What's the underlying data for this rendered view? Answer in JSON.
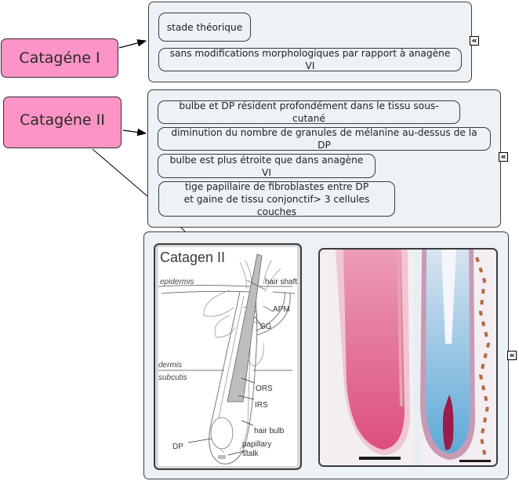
{
  "topics": [
    {
      "label": "Catagéne I"
    },
    {
      "label": "Catagéne II"
    }
  ],
  "group1": {
    "items": [
      "stade théorique",
      "sans modifications morphologiques par rapport à anagène VI"
    ]
  },
  "group2": {
    "items": [
      "bulbe et DP résident profondément dans le tissu sous-cutané",
      "diminution du nombre de granules de mélanine au-dessus de la DP",
      "bulbe est plus étroite que dans anagène VI",
      "tige papillaire de fibroblastes entre DP\net gaine de tissu conjonctif> 3 cellules couches"
    ]
  },
  "diagram": {
    "title": "Catagen II",
    "labels": {
      "epidermis": "epidermis",
      "hair_shaft": "hair shaft",
      "apm": "APM",
      "sg": "SG",
      "dermis": "dermis",
      "subcutis": "subcutis",
      "ors": "ORS",
      "irs": "IRS",
      "hair_bulb": "hair bulb",
      "dp": "DP",
      "papillary": "papillary",
      "stalk": "stalk"
    }
  },
  "collapse_icon": "«",
  "colors": {
    "topic_fill": "#fd94c6",
    "panel_fill": "#ecf2f5",
    "stain_pink": "#e0507a",
    "stain_blue": "#5aa6d6"
  }
}
